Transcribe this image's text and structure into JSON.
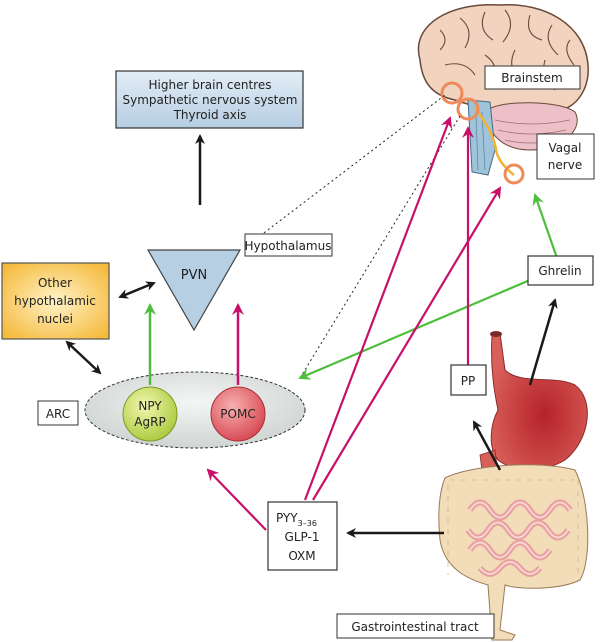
{
  "colors": {
    "stimulatory": "#4dbf3c",
    "inhibitory": "#c8106a",
    "neutral": "#1a1a1a",
    "box_blue": "#c9dcec",
    "box_orange": "#f7c44e",
    "pvn": "#b7cfe3",
    "npy": "#c9e05a",
    "pomc": "#e8606a",
    "arc": "#e2e6e4",
    "receptor": "#f08a5a"
  },
  "nodes": {
    "higher": {
      "lines": [
        "Higher brain centres",
        "Sympathetic nervous system",
        "Thyroid axis"
      ]
    },
    "other": {
      "lines": [
        "Other",
        "hypothalamic",
        "nuclei"
      ]
    },
    "pvn": "PVN",
    "hypothalamus": "Hypothalamus",
    "arc": "ARC",
    "npy": {
      "lines": [
        "NPY",
        "AgRP"
      ]
    },
    "pomc": "POMC",
    "brainstem": "Brainstem",
    "vagal": {
      "lines": [
        "Vagal",
        "nerve"
      ]
    },
    "ghrelin": "Ghrelin",
    "pp": "PP",
    "gut_hormones": {
      "pyy": "PYY",
      "pyy_sub": "3–36",
      "glp": "GLP-1",
      "oxm": "OXM"
    },
    "gi": "Gastrointestinal tract"
  }
}
